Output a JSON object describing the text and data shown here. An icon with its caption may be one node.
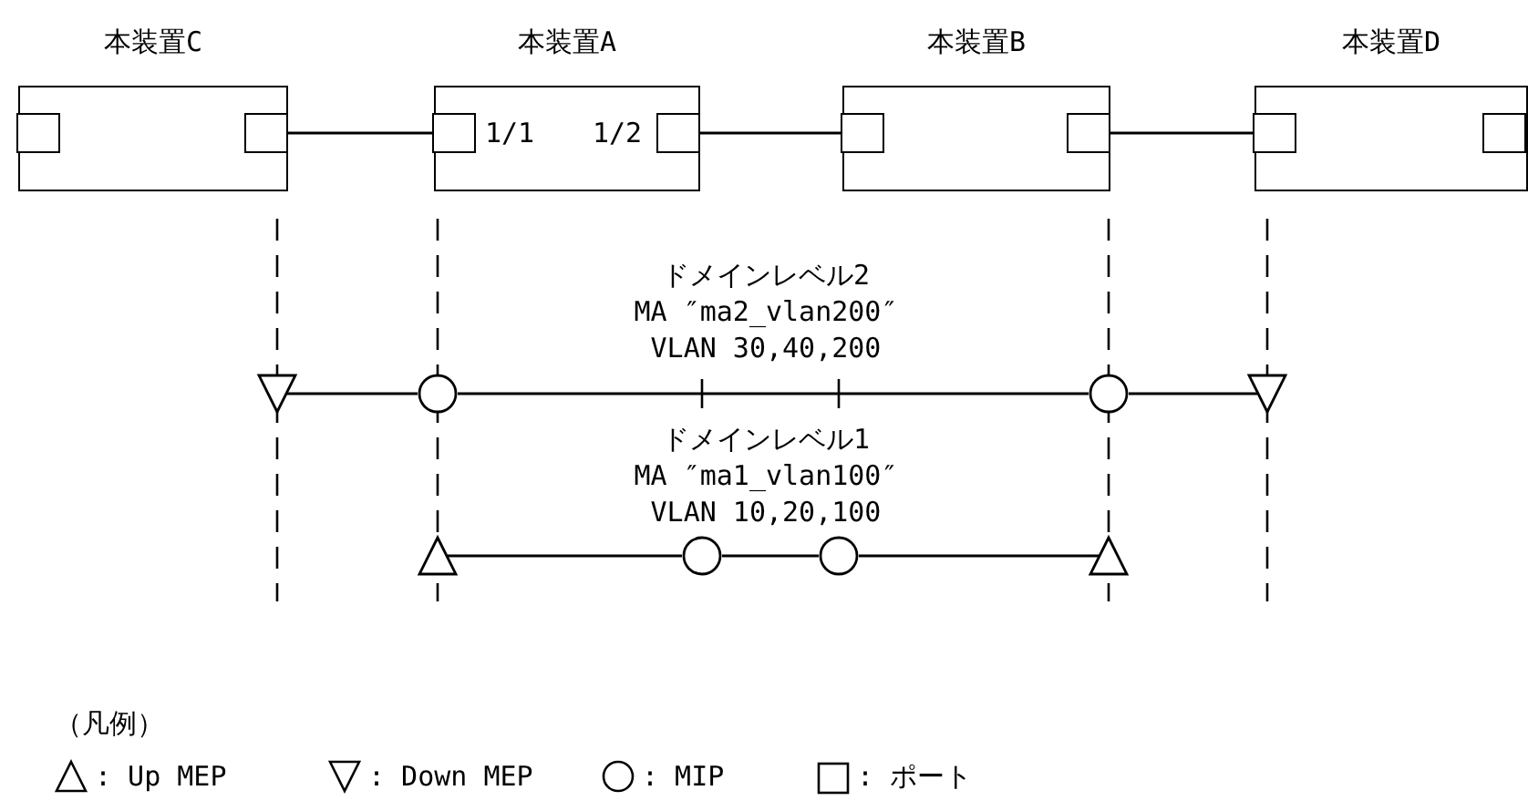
{
  "diagram": {
    "nodes": [
      {
        "text": [
          "本装置C"
        ]
      },
      {
        "text": [],
        "shape": "box",
        "in": 0
      },
      {
        "text": [],
        "shape": "box",
        "in": 0
      },
      {
        "text": [
          "本装置A"
        ]
      },
      {
        "text": [],
        "shape": "box",
        "in": 3,
        "beside": [
          "1/1"
        ]
      },
      {
        "text": [],
        "shape": "box",
        "in": 3,
        "beside": [
          "1/2"
        ]
      },
      {
        "text": [
          "本装置B"
        ]
      },
      {
        "text": [],
        "shape": "box",
        "in": 6
      },
      {
        "text": [],
        "shape": "box",
        "in": 6
      },
      {
        "text": [
          "本装置D"
        ]
      },
      {
        "text": [],
        "shape": "box",
        "in": 9
      },
      {
        "text": [],
        "shape": "box",
        "in": 9
      },
      {
        "text": [],
        "shape": "triangle"
      },
      {
        "text": [],
        "shape": "circle"
      },
      {
        "text": [],
        "shape": "circle"
      },
      {
        "text": [],
        "shape": "triangle"
      },
      {
        "text": [],
        "shape": "triangle"
      },
      {
        "text": [],
        "shape": "circle"
      },
      {
        "text": [],
        "shape": "circle"
      },
      {
        "text": [],
        "shape": "triangle"
      }
    ],
    "edges": [
      {
        "from": 2,
        "to": 4,
        "arrow": "none"
      },
      {
        "from": 5,
        "to": 7,
        "arrow": "none"
      },
      {
        "from": 8,
        "to": 10,
        "arrow": "none"
      },
      {
        "from": 12,
        "to": 13,
        "arrow": "none"
      },
      {
        "from": 13,
        "to": 14,
        "arrow": "none"
      },
      {
        "from": 14,
        "to": 15,
        "arrow": "none"
      },
      {
        "from": 16,
        "to": 17,
        "arrow": "none"
      },
      {
        "from": 17,
        "to": 18,
        "arrow": "none"
      },
      {
        "from": 18,
        "to": 19,
        "arrow": "none"
      }
    ],
    "labels": [
      "ドメインレベル2",
      "MA ″ma2_vlan200″",
      "VLAN 30,40,200",
      "ドメインレベル1",
      "MA ″ma1_vlan100″",
      "VLAN 10,20,100",
      "（凡例）"
    ],
    "legend": [
      {
        "text": ": Up MEP"
      },
      {
        "text": ": Down MEP"
      },
      {
        "text": ": MIP"
      },
      {
        "text": ": ポート"
      }
    ]
  }
}
